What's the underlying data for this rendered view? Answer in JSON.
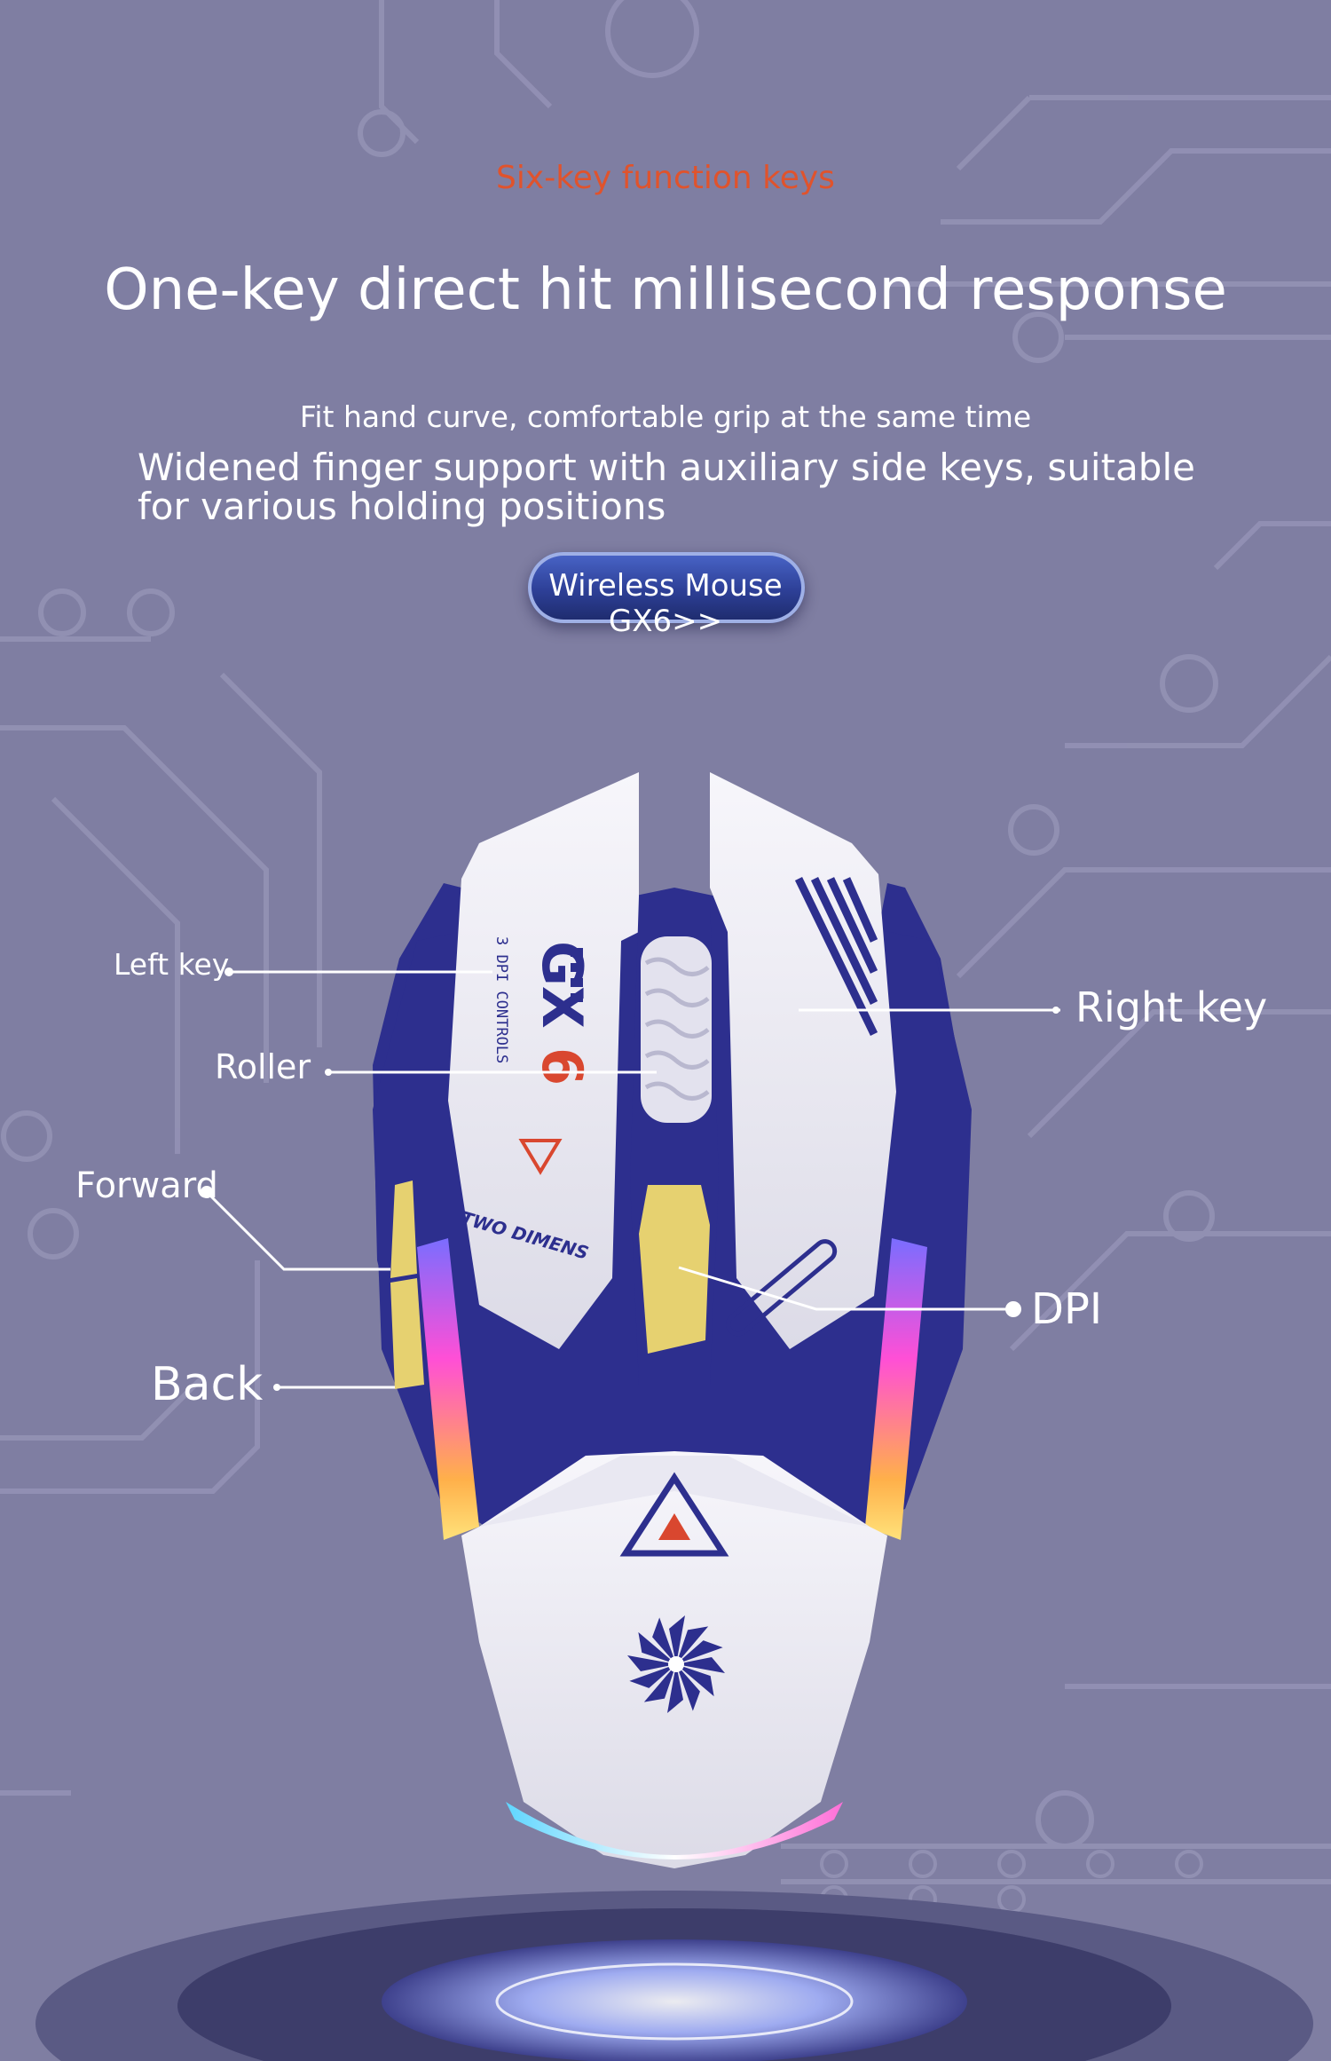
{
  "header": {
    "eyebrow": "Six-key function keys",
    "headline": "One-key direct hit millisecond response",
    "subline": "Fit hand curve, comfortable grip at the same time",
    "description": "Widened finger support with auxiliary side keys, suitable for various holding positions"
  },
  "cta": {
    "label": "Wireless Mouse GX6>>"
  },
  "callouts": {
    "left_key": "Left key",
    "roller": "Roller",
    "forward": "Forward",
    "back": "Back",
    "right_key": "Right key",
    "dpi": "DPI"
  },
  "mouse_print": {
    "model": "GX",
    "model_number": "6",
    "side_text": "3 DPI CONTROLS",
    "brand_text": "TWO DIMENS"
  },
  "colors": {
    "background": "#7f7ea2",
    "accent_orange": "#e0532c",
    "mouse_white": "#f2f1f6",
    "mouse_navy": "#2d2f8e",
    "button_yellow": "#e6d170",
    "glow_pink": "#ff5fd0"
  }
}
